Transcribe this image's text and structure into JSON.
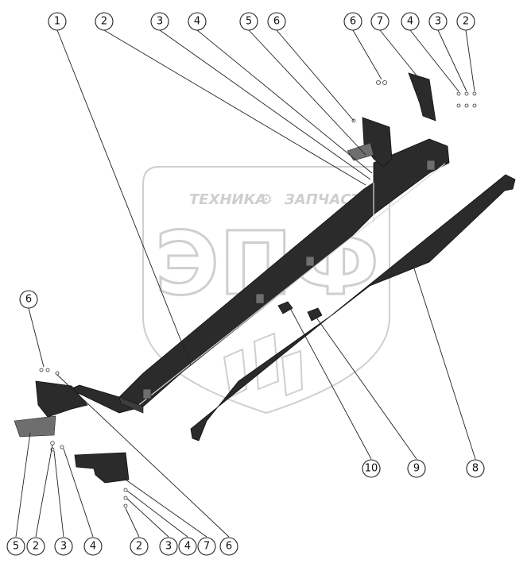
{
  "watermark": {
    "line1": "ТЕХНИКА",
    "line2": "ЗАПЧАСТИ",
    "monogram": "ЭПФ"
  },
  "callouts": [
    {
      "label": "1"
    },
    {
      "label": "2"
    },
    {
      "label": "3"
    },
    {
      "label": "4"
    },
    {
      "label": "5"
    },
    {
      "label": "6"
    },
    {
      "label": "6"
    },
    {
      "label": "7"
    },
    {
      "label": "4"
    },
    {
      "label": "3"
    },
    {
      "label": "2"
    },
    {
      "label": "6"
    },
    {
      "label": "10"
    },
    {
      "label": "9"
    },
    {
      "label": "8"
    },
    {
      "label": "5"
    },
    {
      "label": "2"
    },
    {
      "label": "3"
    },
    {
      "label": "4"
    },
    {
      "label": "2"
    },
    {
      "label": "3"
    },
    {
      "label": "4"
    },
    {
      "label": "7"
    },
    {
      "label": "6"
    }
  ]
}
